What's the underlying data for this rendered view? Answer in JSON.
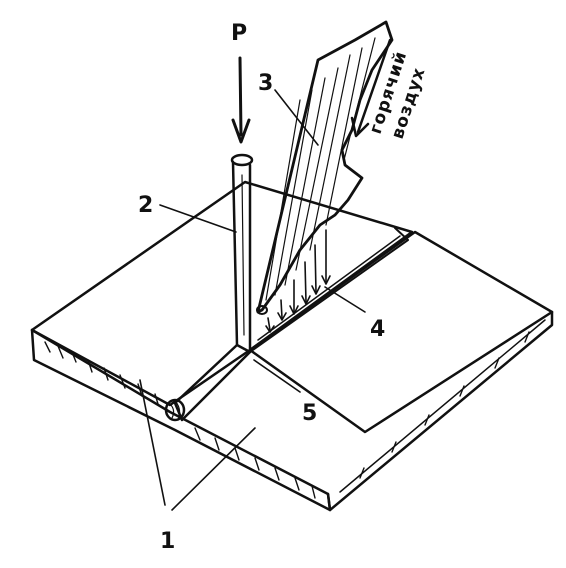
{
  "diagram": {
    "force_label": "P",
    "hot_air_label_line1": "горячий",
    "hot_air_label_line2": "воздух",
    "callouts": {
      "sheets": "1",
      "rod": "2",
      "nozzle": "3",
      "groove": "4",
      "seam": "5"
    }
  }
}
